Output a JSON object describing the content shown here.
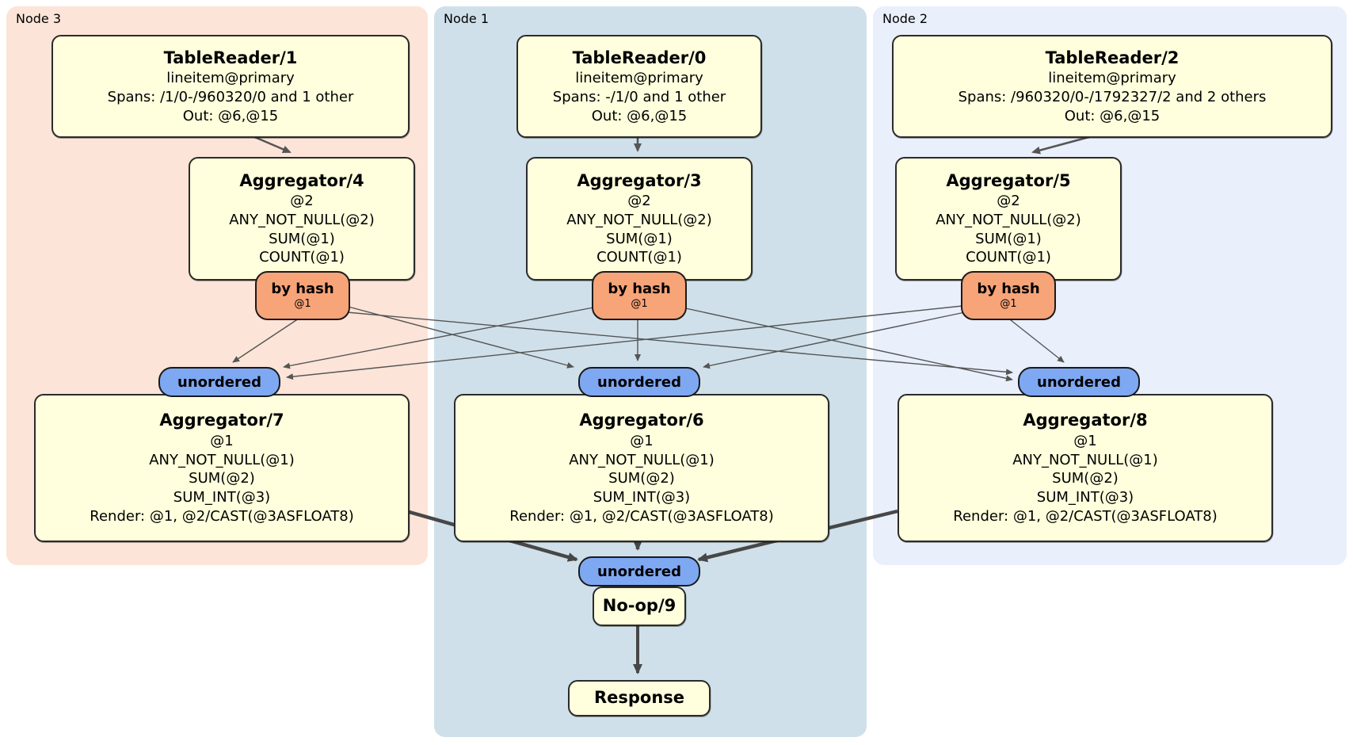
{
  "regions": {
    "node3": {
      "label": "Node 3"
    },
    "node1": {
      "label": "Node 1"
    },
    "node2": {
      "label": "Node 2"
    }
  },
  "processors": {
    "tr1": {
      "title": "TableReader/1",
      "lines": [
        "lineitem@primary",
        "Spans: /1/0-/960320/0 and 1 other",
        "Out: @6,@15"
      ]
    },
    "tr0": {
      "title": "TableReader/0",
      "lines": [
        "lineitem@primary",
        "Spans: -/1/0 and 1 other",
        "Out: @6,@15"
      ]
    },
    "tr2": {
      "title": "TableReader/2",
      "lines": [
        "lineitem@primary",
        "Spans: /960320/0-/1792327/2 and 2 others",
        "Out: @6,@15"
      ]
    },
    "agg4": {
      "title": "Aggregator/4",
      "lines": [
        "@2",
        "ANY_NOT_NULL(@2)",
        "SUM(@1)",
        "COUNT(@1)"
      ]
    },
    "agg3": {
      "title": "Aggregator/3",
      "lines": [
        "@2",
        "ANY_NOT_NULL(@2)",
        "SUM(@1)",
        "COUNT(@1)"
      ]
    },
    "agg5": {
      "title": "Aggregator/5",
      "lines": [
        "@2",
        "ANY_NOT_NULL(@2)",
        "SUM(@1)",
        "COUNT(@1)"
      ]
    },
    "agg7": {
      "title": "Aggregator/7",
      "lines": [
        "@1",
        "ANY_NOT_NULL(@1)",
        "SUM(@2)",
        "SUM_INT(@3)",
        "Render: @1, @2/CAST(@3ASFLOAT8)"
      ]
    },
    "agg6": {
      "title": "Aggregator/6",
      "lines": [
        "@1",
        "ANY_NOT_NULL(@1)",
        "SUM(@2)",
        "SUM_INT(@3)",
        "Render: @1, @2/CAST(@3ASFLOAT8)"
      ]
    },
    "agg8": {
      "title": "Aggregator/8",
      "lines": [
        "@1",
        "ANY_NOT_NULL(@1)",
        "SUM(@2)",
        "SUM_INT(@3)",
        "Render: @1, @2/CAST(@3ASFLOAT8)"
      ]
    },
    "noop": {
      "title": "No-op/9"
    },
    "response": {
      "title": "Response"
    }
  },
  "routers": {
    "byhash3": {
      "label": "by hash",
      "detail": "@1"
    },
    "byhash1": {
      "label": "by hash",
      "detail": "@1"
    },
    "byhash2": {
      "label": "by hash",
      "detail": "@1"
    }
  },
  "syncs": {
    "unordered3": {
      "label": "unordered"
    },
    "unordered1": {
      "label": "unordered"
    },
    "unordered2": {
      "label": "unordered"
    },
    "unordered_final": {
      "label": "unordered"
    }
  },
  "colors": {
    "node3_bg": "#fce4d8",
    "node1_bg": "#cfe0ea",
    "node2_bg": "#e9effb",
    "processor_fill": "#ffffdd",
    "router_fill": "#f7a478",
    "sync_fill": "#7fa8f2",
    "edge": "#555555"
  }
}
